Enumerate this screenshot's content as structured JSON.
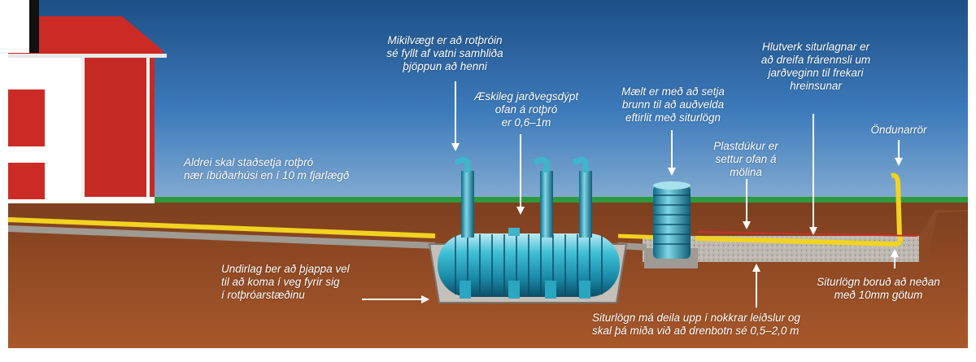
{
  "labels": {
    "water_fill": "Mikilvægt er að rotþróin\nsé fyllt af vatni samhliða\nþjöppun að henni",
    "soil_depth": "Æskileg jarðvegsdýpt\nofan á rotþró\ner 0,6–1m",
    "inspection_well": "Mælt er með að setja\nbrunn til að auðvelda\neftirlit með siturlögn",
    "infiltration_role": "Hlutverk siturlagnar er\nað dreifa frárennsli um\njarðveginn til frekari\nhreinsunar",
    "vent_pipe": "Öndunarrör",
    "plastic_sheet": "Plastdúkur er\nsettur ofan á\nmölina",
    "house_distance": "Aldrei skal staðsetja rotþró\nnær íbúðarhúsi en í 10 m fjarlægð",
    "base_compaction": "Undirlag ber að þjappa vel\ntil að koma í veg fyrir sig\ní rotþróarstæðinu",
    "drilled_pipe": "Siturlögn boruð að neðan\nmeð 10mm götum",
    "pipe_depth": "Siturlögn má deila upp í nokkrar leiðslur og\nskal þá miða við að drenbotn sé 0,5–2,0 m"
  },
  "colors": {
    "sky_top": "#1d4f86",
    "sky_mid": "#3d7bbb",
    "sky_bottom": "#87aed3",
    "grass": "#2f9a3c",
    "soil_top": "#8b4a26",
    "soil_bottom": "#a8582a",
    "gravel": "#b9b4ad",
    "pipe_yellow": "#f2d320",
    "tank_blue": "#2ab0c8",
    "house_red": "#cc2b25"
  }
}
